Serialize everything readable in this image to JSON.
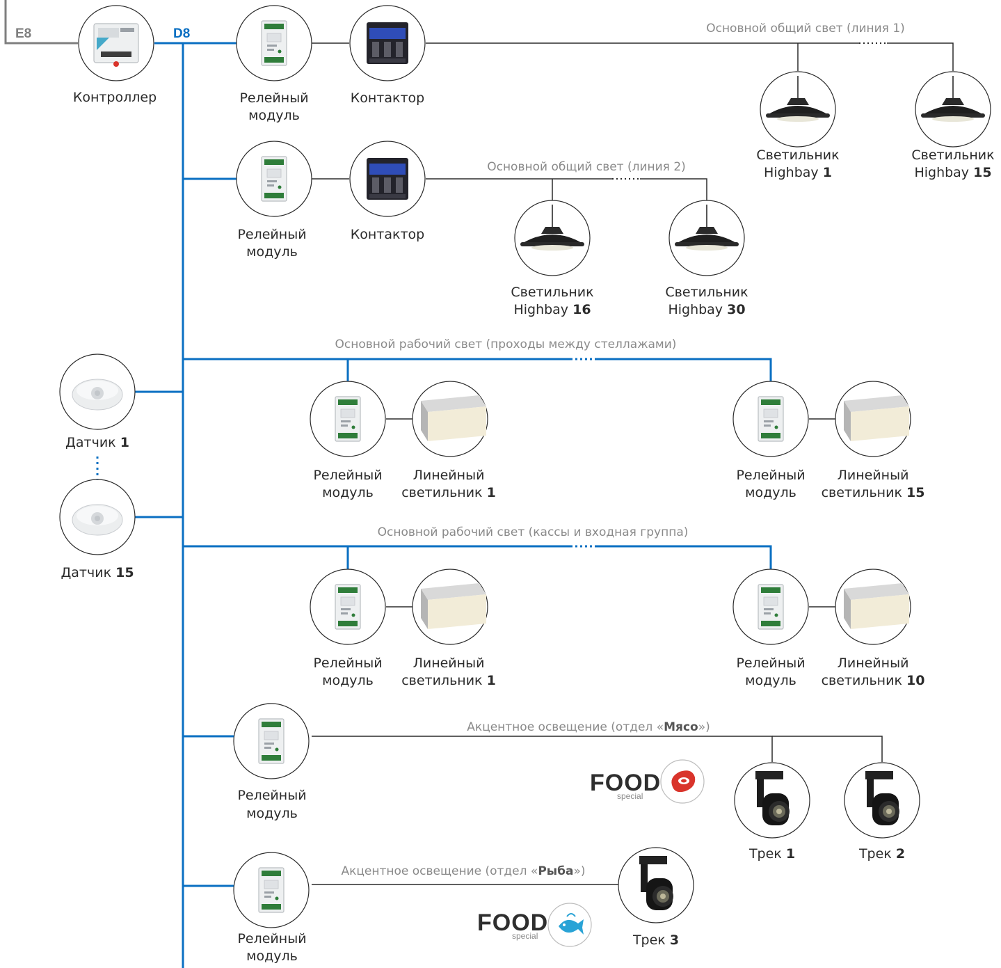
{
  "bus": {
    "e8": "E8",
    "d8": "D8",
    "color": "#0a6fc2"
  },
  "colors": {
    "blue": "#0a6fc2",
    "gray": "#7f7f7f",
    "dark": "#2b2b2b",
    "text_gray": "#8a8a8a"
  },
  "labels": {
    "controller": "Контроллер",
    "relay_l1": "Релейный",
    "relay_l2": "модуль",
    "contactor": "Контактор",
    "lamp": "Светильник",
    "highbay": "Highbay",
    "sensor": "Датчик",
    "linear": "Линейный",
    "linear_l2": "светильник",
    "track": "Трек"
  },
  "sections": {
    "main1": "Основной общий свет (линия 1)",
    "main2": "Основной общий свет (линия 2)",
    "work1": "Основной рабочий свет (проходы между стеллажами)",
    "work2": "Основной рабочий свет (кассы и входная группа)",
    "accent_meat_pre": "Акцентное освещение (отдел «",
    "accent_meat_bold": "Мясо",
    "accent_fish_pre": "Акцентное освещение (отдел «",
    "accent_fish_bold": "Рыба",
    "accent_post": "»)"
  },
  "numbers": {
    "hb1": "1",
    "hb15": "15",
    "hb16": "16",
    "hb30": "30",
    "sensor1": "1",
    "sensor15": "15",
    "lin_a1": "1",
    "lin_a15": "15",
    "lin_b1": "1",
    "lin_b10": "10",
    "track1": "1",
    "track2": "2",
    "track3": "3"
  },
  "food_badges": {
    "food": "FOOD",
    "special": "special",
    "meat_color": "#d9342b",
    "fish_color": "#29a3d6"
  },
  "icons": [
    "controller-icon",
    "relay-module-icon",
    "contactor-icon",
    "highbay-lamp-icon",
    "motion-sensor-icon",
    "linear-lamp-icon",
    "track-spot-icon",
    "meat-icon",
    "fish-icon"
  ]
}
